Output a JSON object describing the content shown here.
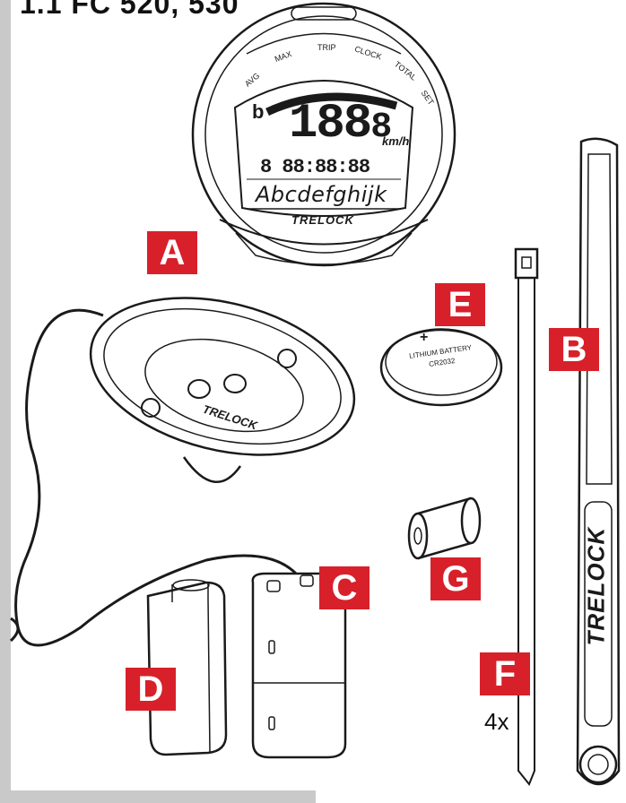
{
  "header": {
    "title": "1.1 FC 520, 530"
  },
  "labels": {
    "a": "A",
    "b": "B",
    "c": "C",
    "d": "D",
    "e": "E",
    "f": "F",
    "g": "G"
  },
  "quantity_f": "4x",
  "display": {
    "speed_digits": "188",
    "speed_decimal": "8",
    "speed_unit": "km/h",
    "odometer": "8 88:88:88",
    "text_line": "Abcdefghijk",
    "brand": "TRELOCK",
    "indicator_b": "b",
    "mode_labels": [
      "AVG",
      "MAX",
      "TRIP",
      "CLOCK",
      "TOTAL",
      "SET"
    ]
  },
  "battery_text": [
    "LITHIUM BATTERY",
    "CR2032"
  ],
  "battery_sign": "+",
  "strap_brand": "TRELOCK",
  "mount_brand": "TRELOCK",
  "colors": {
    "tag": "#d8202a",
    "line": "#1a1a1a",
    "frame": "#c9c9c9"
  }
}
